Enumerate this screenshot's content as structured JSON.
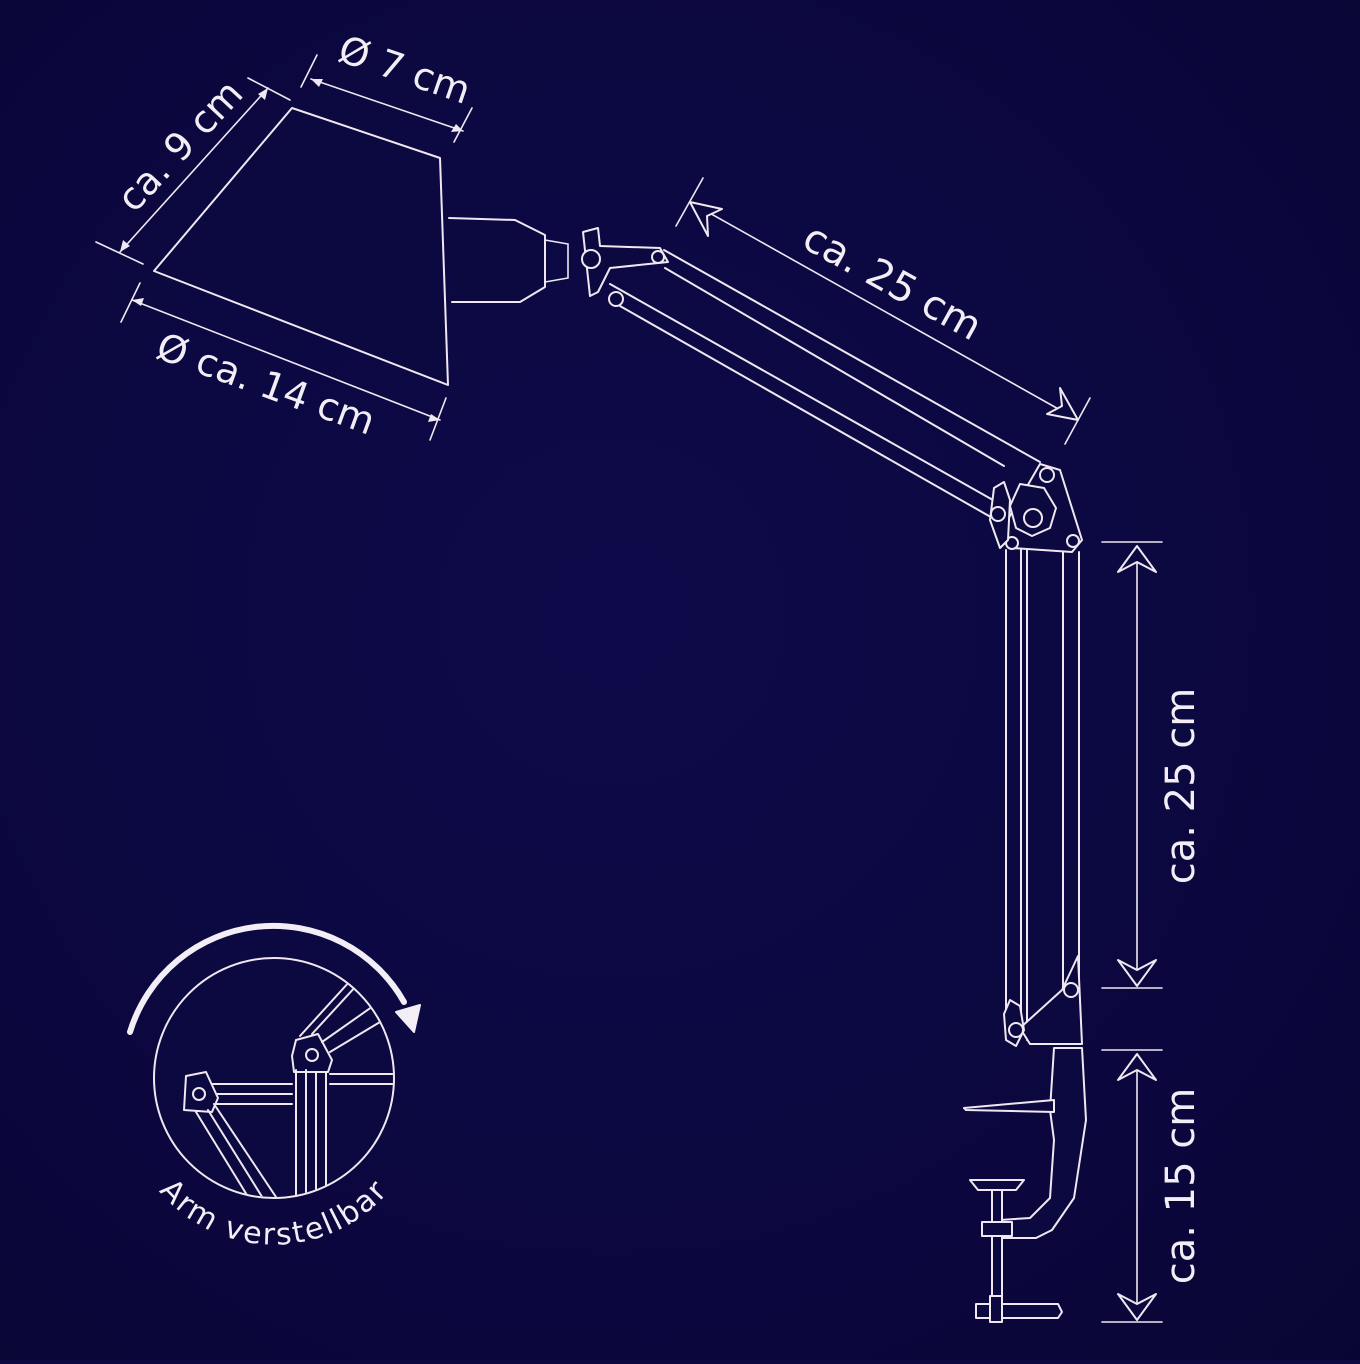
{
  "colors": {
    "background": "#0c0840",
    "line": "#efe8f0"
  },
  "dimensions": {
    "shade_top_diameter": "Ø 7 cm",
    "shade_height": "ca. 9 cm",
    "shade_bottom_diameter": "Ø ca. 14 cm",
    "upper_arm_length": "ca. 25 cm",
    "lower_arm_length": "ca. 25 cm",
    "clamp_height": "ca. 15 cm"
  },
  "inset": {
    "caption": "Arm verstellbar",
    "icon": "rotate-arrow-icon"
  }
}
